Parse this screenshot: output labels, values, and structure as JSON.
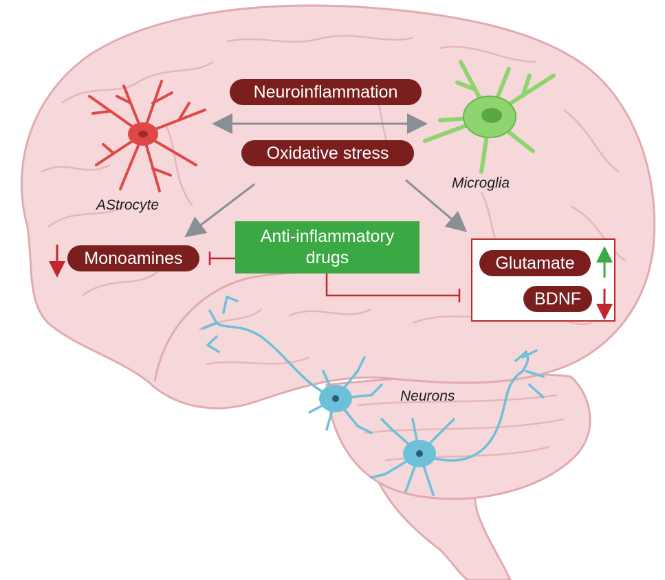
{
  "labels": {
    "neuroinflammation": "Neuroinflammation",
    "oxidative_stress": "Oxidative stress",
    "monoamines": "Monoamines",
    "drug_line1": "Anti-inflammatory",
    "drug_line2": "drugs",
    "glutamate": "Glutamate",
    "bdnf": "BDNF"
  },
  "cells": {
    "astrocyte": "AStrocyte",
    "microglia": "Microglia",
    "neurons": "Neurons"
  },
  "colors": {
    "brain_fill": "#f6d7da",
    "brain_line": "#e2aab0",
    "pill": "#7b1e1e",
    "drug_box": "#3aa843",
    "astrocyte": "#e04848",
    "microglia": "#8ed46f",
    "neuron": "#6cc1d9",
    "arrow_gray": "#8a8f93",
    "inhibit_red": "#c0282d",
    "up_arrow": "#3aa843",
    "down_arrow": "#c0282d"
  },
  "indicators": {
    "monoamines": "down",
    "glutamate": "up",
    "bdnf": "down"
  }
}
